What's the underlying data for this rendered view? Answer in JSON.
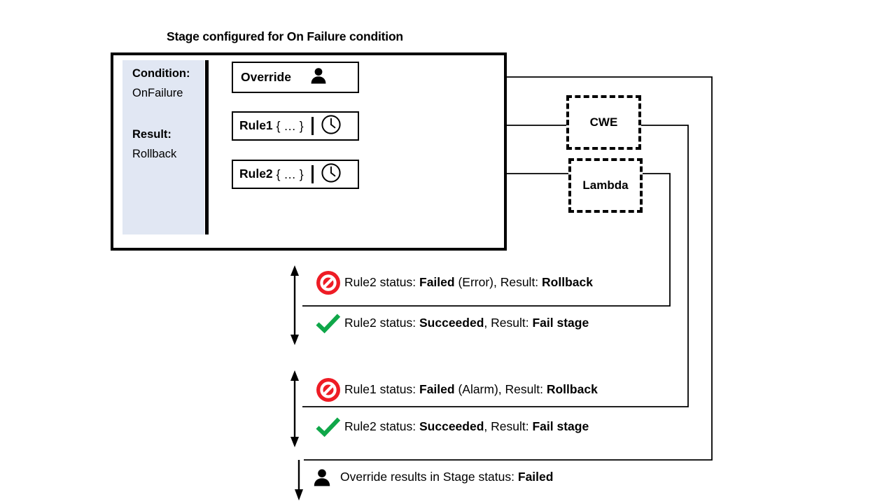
{
  "title": "Stage configured for On Failure condition",
  "stage_panel": {
    "condition_label": "Condition:",
    "condition_value": "OnFailure",
    "result_label": "Result:",
    "result_value": "Rollback",
    "panel_color": "#E1E7F3"
  },
  "actions": [
    {
      "label": "Override",
      "icon": "person-icon",
      "braces": "",
      "has_divider": false
    },
    {
      "label": "Rule1",
      "icon": "clock-icon",
      "braces": "{ … }",
      "has_divider": true
    },
    {
      "label": "Rule2",
      "icon": "clock-icon",
      "braces": "{ … }",
      "has_divider": true
    }
  ],
  "services": [
    {
      "label": "CWE"
    },
    {
      "label": "Lambda"
    }
  ],
  "messages": [
    {
      "icon": "prohibition-icon",
      "parts": [
        {
          "text": "Rule2 status: ",
          "bold": false
        },
        {
          "text": "Failed",
          "bold": true
        },
        {
          "text": " (Error), Result: ",
          "bold": false
        },
        {
          "text": "Rollback",
          "bold": true
        }
      ],
      "plain": "Rule2 status: Failed (Error), Result: Rollback"
    },
    {
      "icon": "check-icon",
      "parts": [
        {
          "text": "Rule2 status: ",
          "bold": false
        },
        {
          "text": "Succeeded",
          "bold": true
        },
        {
          "text": ", Result: ",
          "bold": false
        },
        {
          "text": "Fail stage",
          "bold": true
        }
      ],
      "plain": "Rule2 status: Succeeded, Result: Fail stage"
    },
    {
      "icon": "prohibition-icon",
      "parts": [
        {
          "text": "Rule1 status: ",
          "bold": false
        },
        {
          "text": "Failed",
          "bold": true
        },
        {
          "text": " (Alarm), Result: ",
          "bold": false
        },
        {
          "text": "Rollback",
          "bold": true
        }
      ],
      "plain": "Rule1 status: Failed (Alarm), Result: Rollback"
    },
    {
      "icon": "check-icon",
      "parts": [
        {
          "text": "Rule2 status: ",
          "bold": false
        },
        {
          "text": "Succeeded",
          "bold": true
        },
        {
          "text": ", Result: ",
          "bold": false
        },
        {
          "text": "Fail stage",
          "bold": true
        }
      ],
      "plain": "Rule2 status: Succeeded, Result: Fail stage"
    },
    {
      "icon": "person-icon",
      "parts": [
        {
          "text": "Override results in Stage status: ",
          "bold": false
        },
        {
          "text": "Failed",
          "bold": true
        }
      ],
      "plain": "Override results in Stage status: Failed"
    }
  ],
  "colors": {
    "outline": "#000000",
    "panel_fill": "#E1E7F3",
    "error_red": "#EE1C25",
    "success_green": "#0FA749",
    "background": "#FFFFFF"
  }
}
